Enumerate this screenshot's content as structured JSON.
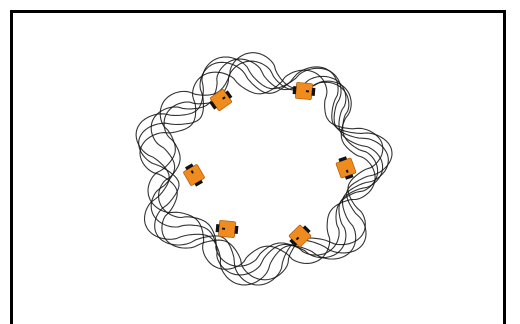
{
  "simulation": {
    "background_color": "#ffffff",
    "frame_color": "#000000",
    "trail_color": "#111111",
    "robot_color": "#f08c1e",
    "robot_edge_color": "#b86010",
    "wheel_color": "#111111",
    "robot_count": 6,
    "trail_loops": 5,
    "trail_lobes": 7
  }
}
